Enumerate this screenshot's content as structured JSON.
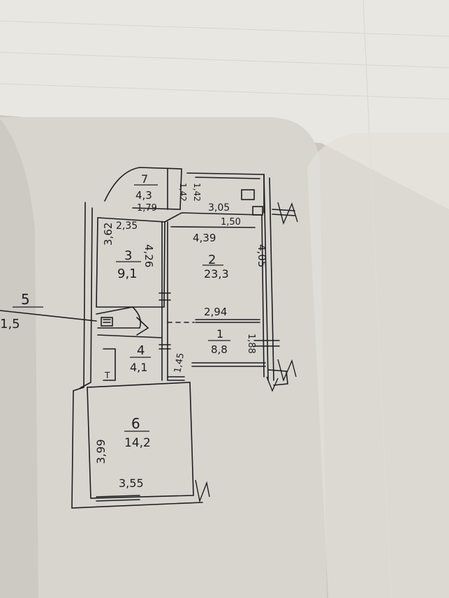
{
  "plan": {
    "rooms": [
      {
        "id": "7",
        "number": "7",
        "area": "4,3"
      },
      {
        "id": "2",
        "number": "2",
        "area": "23,3"
      },
      {
        "id": "3",
        "number": "3",
        "area": "9,1"
      },
      {
        "id": "1",
        "number": "1",
        "area": "8,8"
      },
      {
        "id": "4",
        "number": "4",
        "area": "4,1"
      },
      {
        "id": "6",
        "number": "6",
        "area": "14,2"
      },
      {
        "id": "5",
        "number": "5",
        "area": "1,5"
      }
    ],
    "dimensions": {
      "d_1_42_left": "1,42",
      "d_1_42_right": "1,42",
      "d_1_79": "1,79",
      "d_3_05": "3,05",
      "d_1_50": "1,50",
      "d_2_35": "2,35",
      "d_4_39": "4,39",
      "d_3_62": "3,62",
      "d_4_26": "4,26",
      "d_4_05": "4,05",
      "d_2_94": "2,94",
      "d_1_88": "1,88",
      "d_1_45": "1,45",
      "d_3_99": "3,99",
      "d_3_55": "3,55"
    },
    "symbols": {
      "toilet_mark": "T"
    },
    "colors": {
      "background": "#cfcbc4",
      "sheet_top": "#e9e7e2",
      "sheet_main": "#d8d5cf",
      "ink": "#1d1d22"
    }
  }
}
